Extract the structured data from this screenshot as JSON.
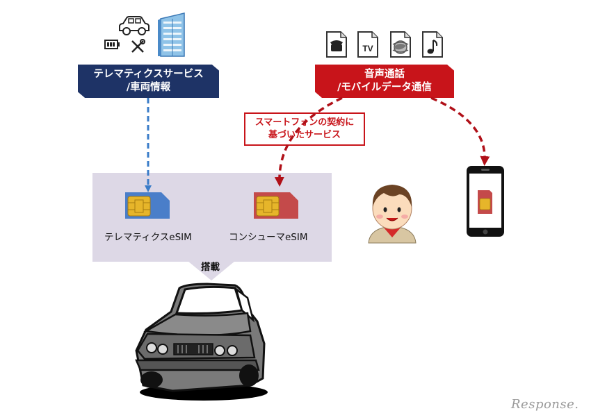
{
  "telematics_service": {
    "line1": "テレマティクスサービス",
    "line2": "/車両情報"
  },
  "voice_service": {
    "line1": "音声通話",
    "line2": "/モバイルデータ通信"
  },
  "callout": {
    "line1": "スマートフォンの契約に",
    "line2": "基づいたサービス"
  },
  "sims": {
    "telematics_label": "テレマティクスeSIM",
    "consumer_label": "コンシューマeSIM"
  },
  "mount_label": "搭載",
  "icons": {
    "tv_label": "TV"
  },
  "watermark": "Response.",
  "colors": {
    "navy": "#1e3366",
    "red": "#c8141a",
    "blue_dash": "#3a7cc8",
    "panel": "#ddd8e6"
  }
}
